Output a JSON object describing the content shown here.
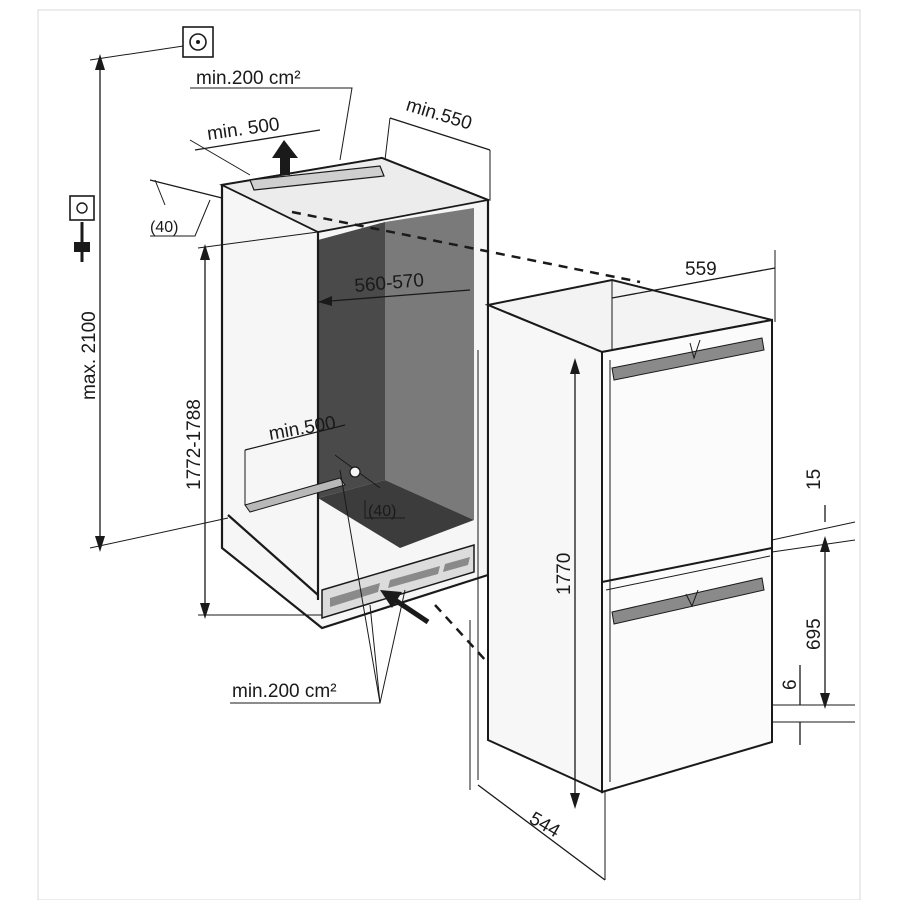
{
  "labels": {
    "vent_top": "min.200 cm²",
    "width_top": "min. 500",
    "depth_top": "min.550",
    "offset_top": "(40)",
    "total_height": "max. 2100",
    "niche_height": "1772-1788",
    "niche_width": "560-570",
    "width_inner": "min.500",
    "offset_inner": "(40)",
    "vent_bottom": "min.200 cm²",
    "appliance_width": "559",
    "appliance_height": "1770",
    "appliance_depth": "544",
    "gap_15": "15",
    "lower_door": "695",
    "gap_6": "6"
  },
  "colors": {
    "line": "#1a1a1a",
    "niche_back": "#4a4a4a",
    "niche_side": "#7a7a7a",
    "niche_floor": "#3c3c3c",
    "panel": "#f2f2f2",
    "handle": "#8a8a8a",
    "background": "#ffffff"
  },
  "icons": [
    "socket-icon",
    "plug-icon",
    "arrow-up-icon",
    "arrow-in-icon"
  ]
}
